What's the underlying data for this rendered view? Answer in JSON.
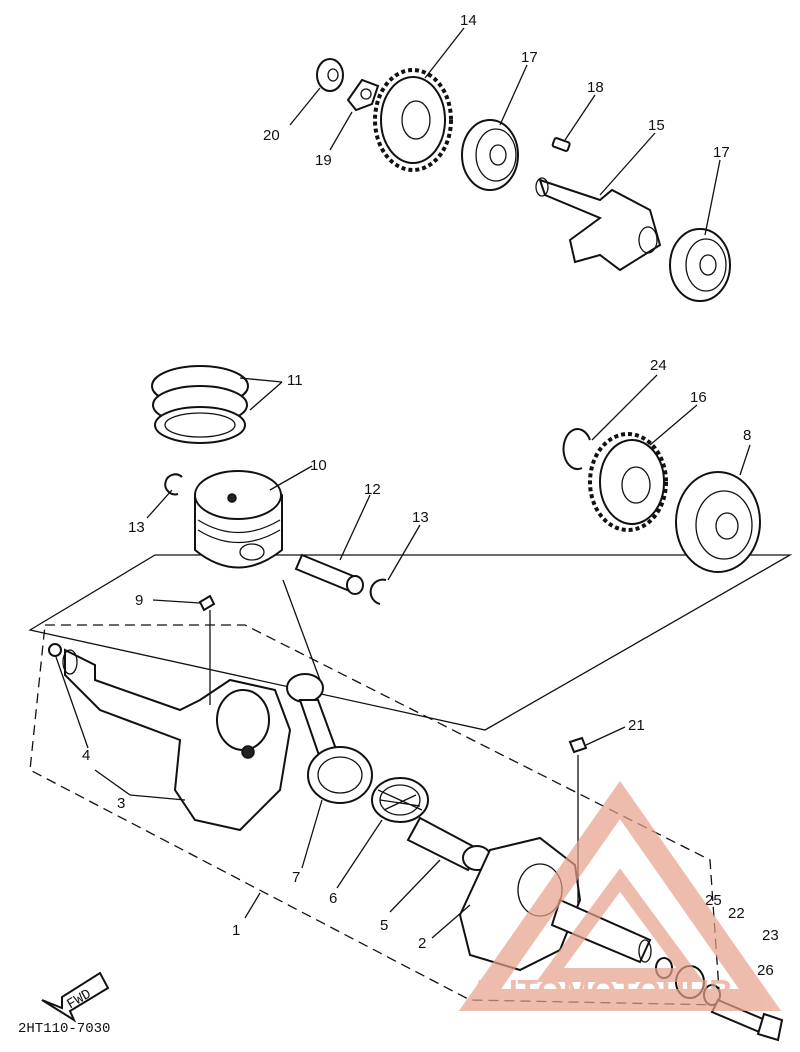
{
  "diagram": {
    "drawing_code": "2HT110-7030",
    "fwd_label": "FWD",
    "callouts": [
      "1",
      "2",
      "3",
      "4",
      "5",
      "6",
      "7",
      "8",
      "9",
      "10",
      "11",
      "12",
      "13",
      "13",
      "14",
      "15",
      "16",
      "17",
      "17",
      "18",
      "19",
      "20",
      "21",
      "22",
      "23",
      "24",
      "25",
      "26"
    ]
  },
  "watermark": {
    "text": "AUTOMOTOHUB",
    "color_primary": "#e8a08a",
    "color_secondary": "#f0b060"
  }
}
